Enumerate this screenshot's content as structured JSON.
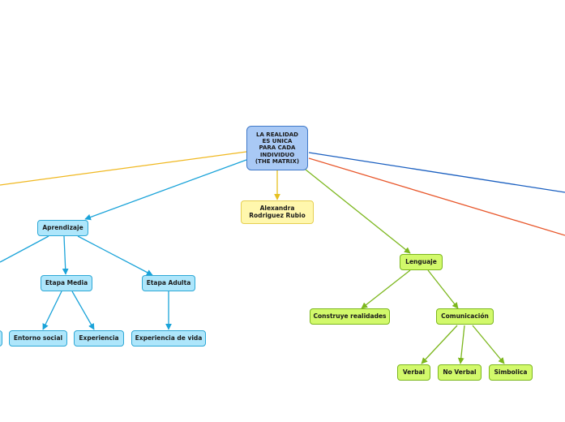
{
  "nodes": {
    "root": "LA REALIDAD\nES UNICA\nPARA CADA\nINDIVIDUO\n(THE MATRIX)",
    "author": "Alexandra\nRodriguez Rubio",
    "aprendizaje": "Aprendizaje",
    "etapa_media": "Etapa Media",
    "etapa_adulta": "Etapa Adulta",
    "entorno_social": "Entorno social",
    "experiencia": "Experiencia",
    "experiencia_vida": "Experiencia de vida",
    "lenguaje": "Lenguaje",
    "construye": "Construye realidades",
    "comunicacion": "Comunicación",
    "verbal": "Verbal",
    "no_verbal": "No Verbal",
    "simbolica": "Simbolica"
  },
  "colors": {
    "root_fill": "#a9c9f5",
    "yellow_branch": "#f0b820",
    "blue_branch": "#1aa3d9",
    "green_branch": "#7cb71d",
    "orange_branch": "#e8562a",
    "dark_blue_branch": "#1a5fc0"
  }
}
